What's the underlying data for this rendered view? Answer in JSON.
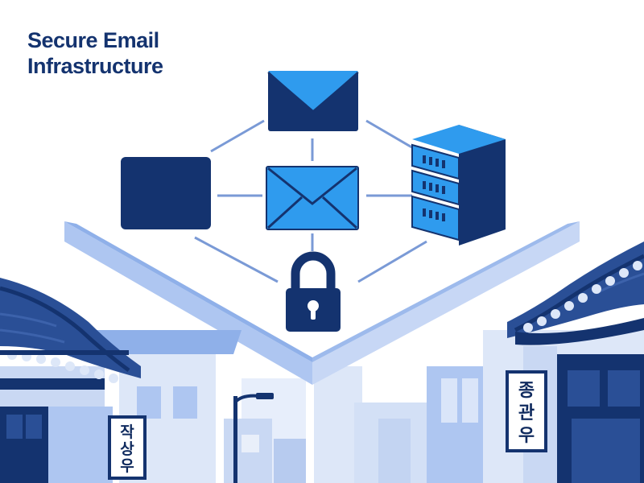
{
  "header": {
    "title_line1": "Secure Email",
    "title_line2": "Infrastructure"
  },
  "signs": {
    "left": [
      "작",
      "상",
      "우"
    ],
    "right": [
      "종",
      "관",
      "우"
    ]
  },
  "colors": {
    "navy": "#14336f",
    "accent_blue": "#2f9bee",
    "light_blue": "#aec6f1",
    "pale_blue": "#dfe8f8",
    "line_blue": "#7a9ad6"
  },
  "icons": [
    "envelope-icon",
    "server-icon",
    "padlock-icon",
    "device-icon",
    "street-lamp-icon"
  ]
}
